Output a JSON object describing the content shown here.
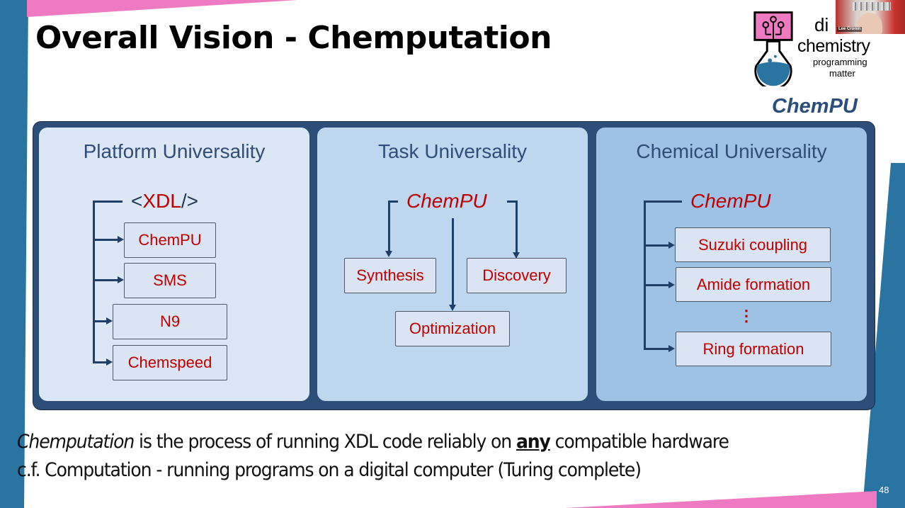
{
  "slide": {
    "title": "Overall Vision - Chemputation",
    "page_number": "48",
    "colors": {
      "accent_blue": "#2a74a2",
      "accent_pink": "#ee7ac2",
      "frame_blue": "#2d4e79",
      "label_red": "#c00000"
    }
  },
  "logo": {
    "line1": "di",
    "line2": "chemistry",
    "line3": "programming",
    "line4": "matter",
    "icon": "flask-circuit-icon"
  },
  "video_overlay": {
    "name": "Lee Cronin"
  },
  "chempu_label": "ChemPU",
  "panels": [
    {
      "title": "Platform Universality",
      "head_prefix": "<",
      "head_main": "XDL",
      "head_suffix": "/>",
      "items": [
        "ChemPU",
        "SMS",
        "N9",
        "Chemspeed"
      ]
    },
    {
      "title": "Task Universality",
      "head": "ChemPU",
      "items": [
        "Synthesis",
        "Discovery",
        "Optimization"
      ]
    },
    {
      "title": "Chemical Universality",
      "head": "ChemPU",
      "items": [
        "Suzuki coupling",
        "Amide formation",
        "Ring formation"
      ],
      "ellipsis": "⋮"
    }
  ],
  "caption": {
    "line1_em": "Chemputation",
    "line1_a": " is the process of running XDL code reliably on ",
    "line1_strong": "any",
    "line1_b": " compatible hardware",
    "line2": "c.f. Computation - running programs on a digital computer (Turing complete)"
  }
}
